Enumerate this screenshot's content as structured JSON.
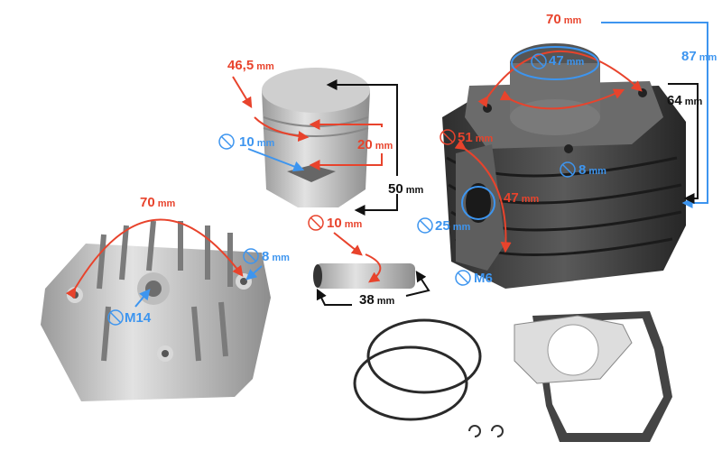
{
  "colors": {
    "red": "#e8432c",
    "blue": "#3d95ef",
    "black": "#111111"
  },
  "parts": [
    "cylinder",
    "piston",
    "piston-pin",
    "cylinder-head",
    "piston-rings",
    "gaskets",
    "circlips"
  ],
  "labels": {
    "cyl_bolt_spacing": {
      "value": "70",
      "unit": "mm"
    },
    "cyl_bore": {
      "value": "47",
      "unit": "mm"
    },
    "cyl_height": {
      "value": "87",
      "unit": "mm"
    },
    "cyl_head_to_base": {
      "value": "64",
      "unit": "mm"
    },
    "cyl_outer": {
      "value": "51",
      "unit": "mm"
    },
    "cyl_stud": {
      "value": "8",
      "unit": "mm"
    },
    "cyl_port_spacing": {
      "value": "47",
      "unit": "mm"
    },
    "cyl_port": {
      "value": "25",
      "unit": "mm"
    },
    "cyl_thread": {
      "value": "M6",
      "unit": ""
    },
    "piston_diameter": {
      "value": "46,5",
      "unit": "mm"
    },
    "piston_pin_hole": {
      "value": "10",
      "unit": "mm"
    },
    "piston_ring_zone": {
      "value": "20",
      "unit": "mm"
    },
    "piston_height": {
      "value": "50",
      "unit": "mm"
    },
    "pin_diameter": {
      "value": "10",
      "unit": "mm"
    },
    "pin_length": {
      "value": "38",
      "unit": "mm"
    },
    "head_bolt_spacing": {
      "value": "70",
      "unit": "mm"
    },
    "head_bolt_hole": {
      "value": "8",
      "unit": "mm"
    },
    "head_spark_plug": {
      "value": "M14",
      "unit": ""
    }
  }
}
